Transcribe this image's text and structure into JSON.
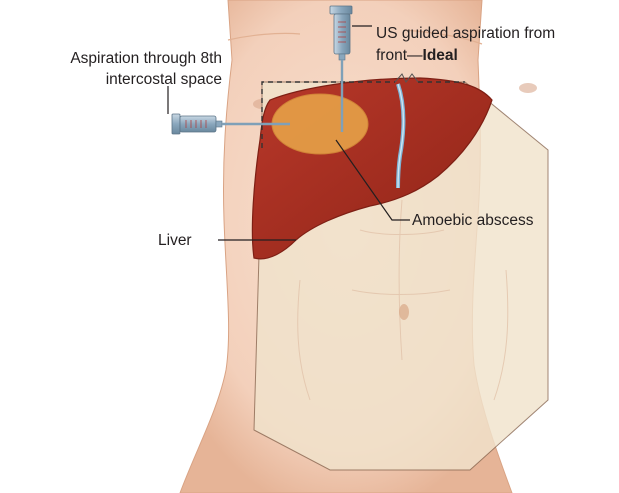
{
  "labels": {
    "us_guided_line1": "US guided aspiration from",
    "us_guided_line2_prefix": "front—",
    "us_guided_line2_emphasis": "Ideal",
    "intercostal_line1": "Aspiration through 8th",
    "intercostal_line2": "intercostal space",
    "abscess": "Amoebic abscess",
    "liver": "Liver"
  },
  "colors": {
    "skin": "#f6d9c6",
    "skin_shadow": "#e8b99d",
    "abdomen_panel": "#f1e3cc",
    "liver": "#a8301f",
    "liver_dark": "#7e1f14",
    "abscess": "#e8a94a",
    "ligament": "#7fb4d6",
    "syringe": "#8aa7bd"
  },
  "icons": {
    "front_syringe": "syringe-icon",
    "side_syringe": "syringe-icon"
  }
}
